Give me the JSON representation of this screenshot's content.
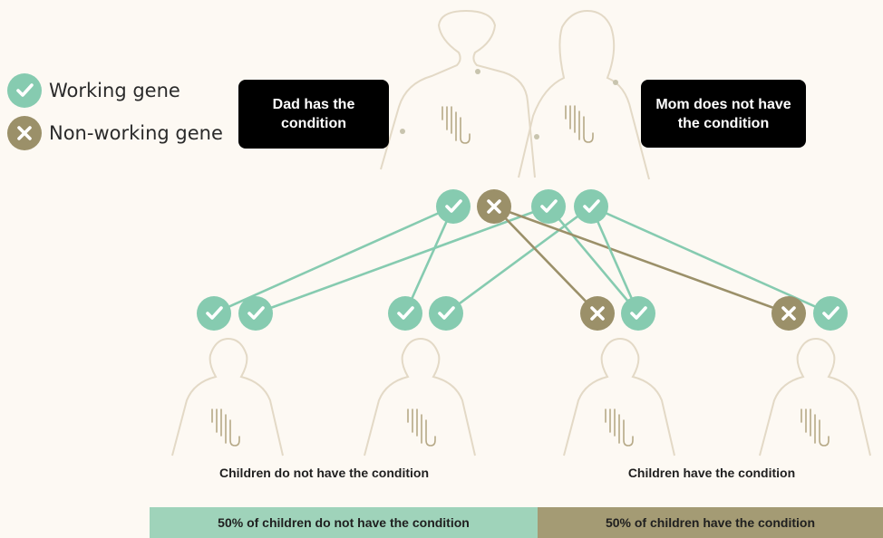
{
  "legend": [
    {
      "kind": "working",
      "label": "Working gene"
    },
    {
      "kind": "nonworking",
      "label": "Non-working gene"
    }
  ],
  "parents": {
    "dad_callout": "Dad has the condition",
    "mom_callout": "Mom does not have the condition",
    "dad_genes": [
      "working",
      "nonworking"
    ],
    "mom_genes": [
      "working",
      "working"
    ]
  },
  "children": [
    {
      "genes": [
        "working",
        "working"
      ]
    },
    {
      "genes": [
        "working",
        "working"
      ]
    },
    {
      "genes": [
        "nonworking",
        "working"
      ]
    },
    {
      "genes": [
        "nonworking",
        "working"
      ]
    }
  ],
  "captions": {
    "left": "Children do not have the condition",
    "right": "Children have the condition"
  },
  "summary": {
    "left": "50% of children do not have the condition",
    "right": "50% of children have the condition"
  },
  "colors": {
    "working": "#86cbb0",
    "nonworking": "#9b9069",
    "background": "#fdf9f3",
    "outline": "#e3d9c6",
    "summary_left_bg": "#9fd3ba",
    "summary_right_bg": "#a49b74"
  },
  "icons": {
    "working": "check-icon",
    "nonworking": "x-icon"
  }
}
